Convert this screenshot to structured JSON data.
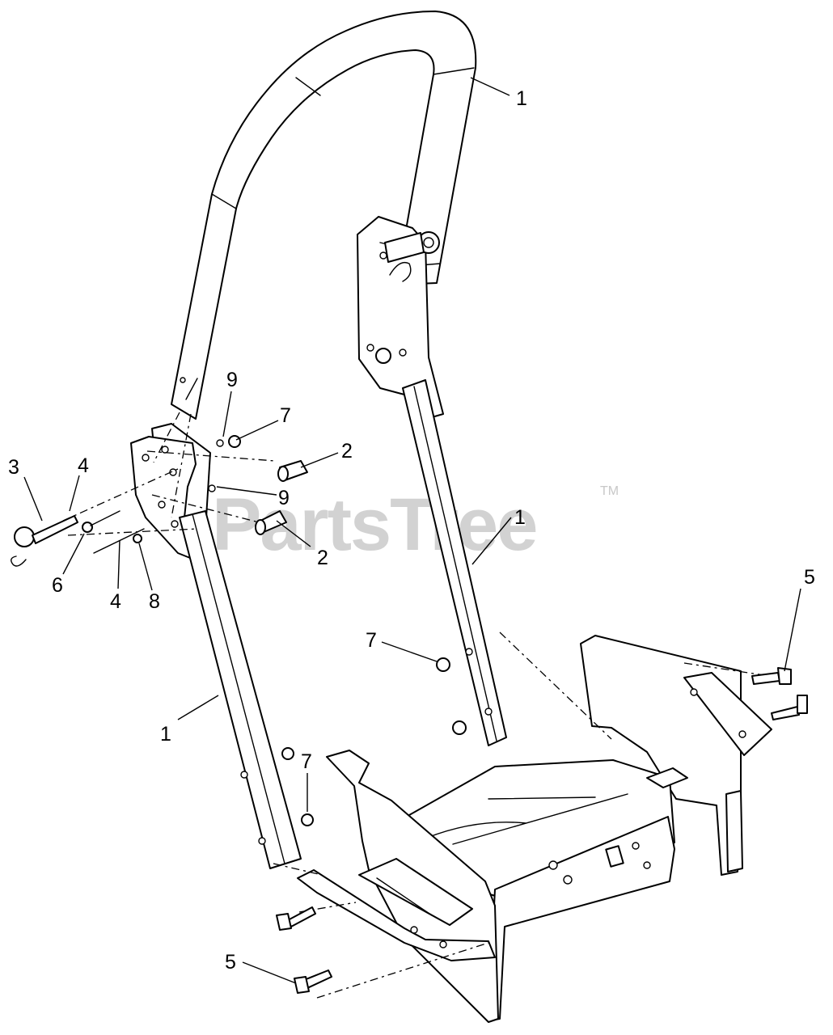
{
  "watermark": {
    "brand": "PartsTree",
    "trademark": "TM"
  },
  "callouts": [
    {
      "id": "c1a",
      "label": "1"
    },
    {
      "id": "c1b",
      "label": "1"
    },
    {
      "id": "c1c",
      "label": "1"
    },
    {
      "id": "c2a",
      "label": "2"
    },
    {
      "id": "c2b",
      "label": "2"
    },
    {
      "id": "c3",
      "label": "3"
    },
    {
      "id": "c4a",
      "label": "4"
    },
    {
      "id": "c4b",
      "label": "4"
    },
    {
      "id": "c5a",
      "label": "5"
    },
    {
      "id": "c5b",
      "label": "5"
    },
    {
      "id": "c6",
      "label": "6"
    },
    {
      "id": "c7a",
      "label": "7"
    },
    {
      "id": "c7b",
      "label": "7"
    },
    {
      "id": "c7c",
      "label": "7"
    },
    {
      "id": "c8",
      "label": "8"
    },
    {
      "id": "c9a",
      "label": "9"
    },
    {
      "id": "c9b",
      "label": "9"
    }
  ]
}
